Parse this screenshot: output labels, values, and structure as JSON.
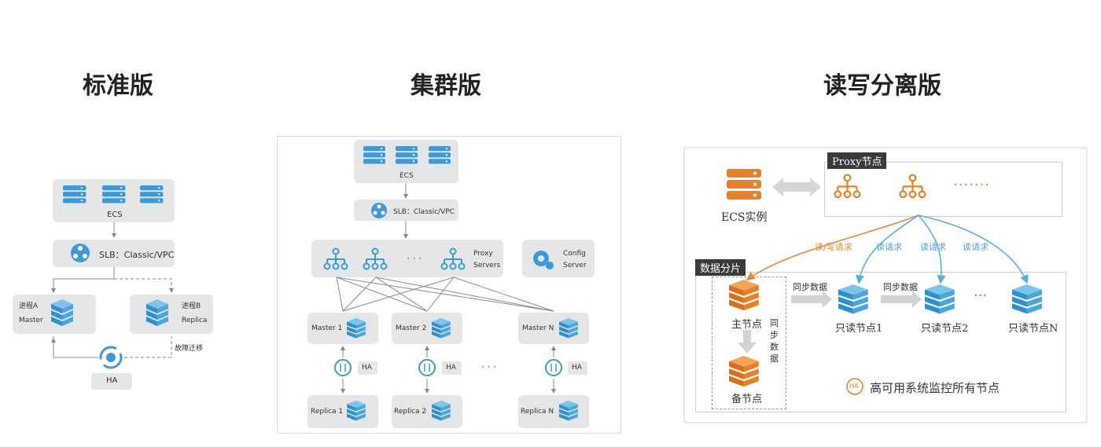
{
  "headings": {
    "standard": "标准版",
    "cluster": "集群版",
    "rw_split": "读写分离版"
  },
  "standard": {
    "ecs": "ECS",
    "slb": "SLB：Classic/VPC",
    "proc_a_1": "进程A",
    "proc_a_2": "Master",
    "proc_b_1": "进程B",
    "proc_b_2": "Replica",
    "failover": "故障迁移",
    "ha": "HA"
  },
  "cluster": {
    "ecs": "ECS",
    "slb": "SLB：Classic/VPC",
    "proxy_1": "Proxy",
    "proxy_2": "Servers",
    "config_1": "Config",
    "config_2": "Server",
    "dots": "· · ·",
    "master1": "Master 1",
    "master2": "Master 2",
    "masterN": "Master N",
    "replica1": "Replica 1",
    "replica2": "Replica 2",
    "replicaN": "Replica N",
    "ha": "HA",
    "ha_dots": "· · ·"
  },
  "rw": {
    "proxy_tag": "Proxy节点",
    "ecs_label": "ECS实例",
    "proxy_dots": "·······",
    "read_write": "读/写请求",
    "read1": "读请求",
    "read2": "读请求",
    "read3": "读请求",
    "shard_tag": "数据分片",
    "main_node": "主节点",
    "backup_node": "备节点",
    "sync_vertical": "同步数据",
    "sync1": "同步数据",
    "sync2": "同步数据",
    "ro1": "只读节点1",
    "ro2": "只读节点2",
    "roN": "只读节点N",
    "ro_dots": "···",
    "ha_badge": "HA",
    "monitor": "高可用系统监控所有节点"
  },
  "colors": {
    "blue": "#3d9ad6",
    "orange": "#e8802a",
    "gray_box": "#e4e6e8",
    "line_blue": "#6fb9e3"
  }
}
